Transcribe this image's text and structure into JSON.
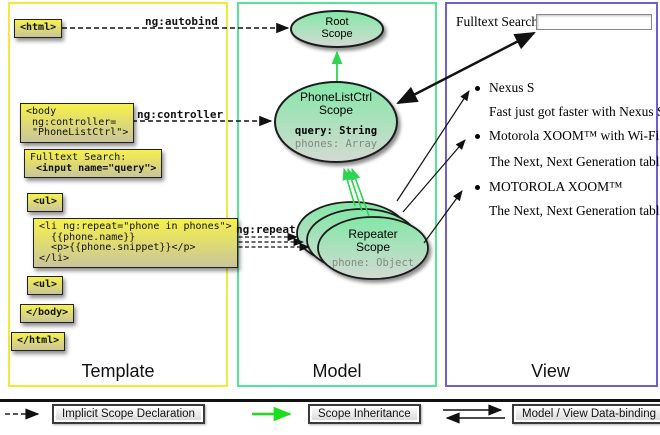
{
  "panels": {
    "template": {
      "label": "Template"
    },
    "model": {
      "label": "Model"
    },
    "view": {
      "label": "View"
    }
  },
  "template_boxes": [
    {
      "id": "html-open",
      "lines": [
        "<html>"
      ]
    },
    {
      "id": "body-open",
      "lines": [
        "<body",
        " ng:controller=",
        " \"PhoneListCtrl\">"
      ]
    },
    {
      "id": "fulltext",
      "lines": [
        "Fulltext Search:",
        " <input name=\"query\">"
      ]
    },
    {
      "id": "ul-open",
      "lines": [
        "<ul>"
      ]
    },
    {
      "id": "li-repeat",
      "lines": [
        "<li ng:repeat=\"phone in phones\">",
        "  {{phone.name}}",
        "  <p>{{phone.snippet}}</p>",
        "</li>"
      ]
    },
    {
      "id": "ul-close",
      "lines": [
        "<ul>"
      ]
    },
    {
      "id": "body-close",
      "lines": [
        "</body>"
      ]
    },
    {
      "id": "html-close",
      "lines": [
        "</html>"
      ]
    }
  ],
  "arrow_labels": {
    "autobind": "ng:autobind",
    "controller": "ng:controller",
    "repeat": "ng:repeat"
  },
  "scopes": {
    "root": {
      "title": "Root",
      "subtitle": "Scope"
    },
    "phonelist": {
      "title": "PhoneListCtrl",
      "subtitle": "Scope",
      "prop_query": "query: String",
      "prop_phones": "phones: Array"
    },
    "repeater": {
      "title": "Repeater",
      "subtitle": "Scope",
      "prop_phone": "phone: Object"
    }
  },
  "view": {
    "search_label": "Fulltext Search:",
    "search_value": "",
    "items": [
      {
        "title": "Nexus S",
        "desc": "Fast just got faster with Nexus S."
      },
      {
        "title": "Motorola XOOM™ with Wi-Fi",
        "desc": "The Next, Next Generation tablet."
      },
      {
        "title": "MOTOROLA XOOM™",
        "desc": "The Next, Next Generation tablet."
      }
    ]
  },
  "legend": [
    {
      "arrow": "dashed-black-arrow",
      "label": "Implicit Scope Declaration"
    },
    {
      "arrow": "solid-green-arrow",
      "label": "Scope Inheritance"
    },
    {
      "arrow": "double-black-arrow",
      "label": "Model / View Data-binding"
    }
  ],
  "colors": {
    "template_border": "#f0e93e",
    "model_border": "#58e39b",
    "view_border": "#6f5fd3",
    "code_box_top": "#f6f14a",
    "code_box_bottom": "#c9c59b",
    "scope_green": "#84e7a8",
    "inheritance_arrow": "#2ed452",
    "legend_green": "#1ddd1d"
  }
}
